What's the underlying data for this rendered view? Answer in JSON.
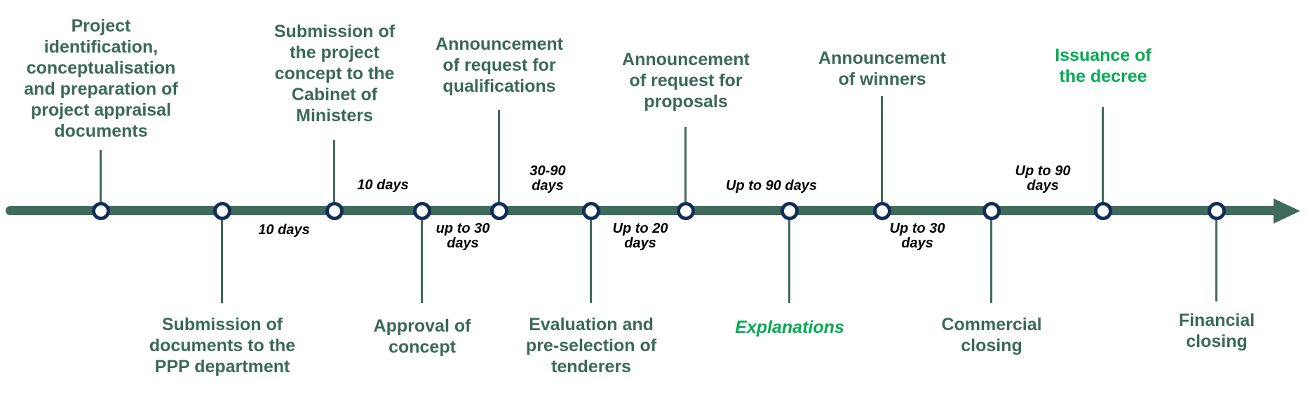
{
  "timeline": {
    "colors": {
      "axis": "#3E6B5A",
      "stage_label": "#3A695A",
      "accent_label": "#00AC50",
      "node_border": "#112D5C",
      "duration_label": "#000000"
    },
    "stages": [
      {
        "label": "Project\nidentification,\nconceptualisation\nand preparation of\nproject appraisal\ndocuments",
        "position": "above",
        "emphasis": "normal"
      },
      {
        "label": "Submission of\ndocuments to the\nPPP department",
        "position": "below",
        "emphasis": "normal"
      },
      {
        "label": "Submission of\nthe project\nconcept to the\nCabinet of\nMinisters",
        "position": "above",
        "emphasis": "normal"
      },
      {
        "label": "Approval of\nconcept",
        "position": "below",
        "emphasis": "normal"
      },
      {
        "label": "Announcement\nof request for\nqualifications",
        "position": "above",
        "emphasis": "normal"
      },
      {
        "label": "Evaluation and\npre-selection of\ntenderers",
        "position": "below",
        "emphasis": "normal"
      },
      {
        "label": "Announcement\nof request for\nproposals",
        "position": "above",
        "emphasis": "normal"
      },
      {
        "label": "Explanations",
        "position": "below",
        "emphasis": "accent-italic"
      },
      {
        "label": "Announcement\nof winners",
        "position": "above",
        "emphasis": "normal"
      },
      {
        "label": "Commercial\nclosing",
        "position": "below",
        "emphasis": "normal"
      },
      {
        "label": "Issuance of\nthe decree",
        "position": "above",
        "emphasis": "accent"
      },
      {
        "label": "Financial\nclosing",
        "position": "below",
        "emphasis": "normal"
      }
    ],
    "durations": [
      {
        "label": "10 days",
        "position": "below"
      },
      {
        "label": "10 days",
        "position": "above"
      },
      {
        "label": "up to 30\ndays",
        "position": "below"
      },
      {
        "label": "30-90\ndays",
        "position": "above"
      },
      {
        "label": "Up to 20\ndays",
        "position": "below"
      },
      {
        "label": "Up to 90 days",
        "position": "above"
      },
      {
        "label": "Up to 30\ndays",
        "position": "below"
      },
      {
        "label": "Up to 90\ndays",
        "position": "above"
      }
    ]
  }
}
